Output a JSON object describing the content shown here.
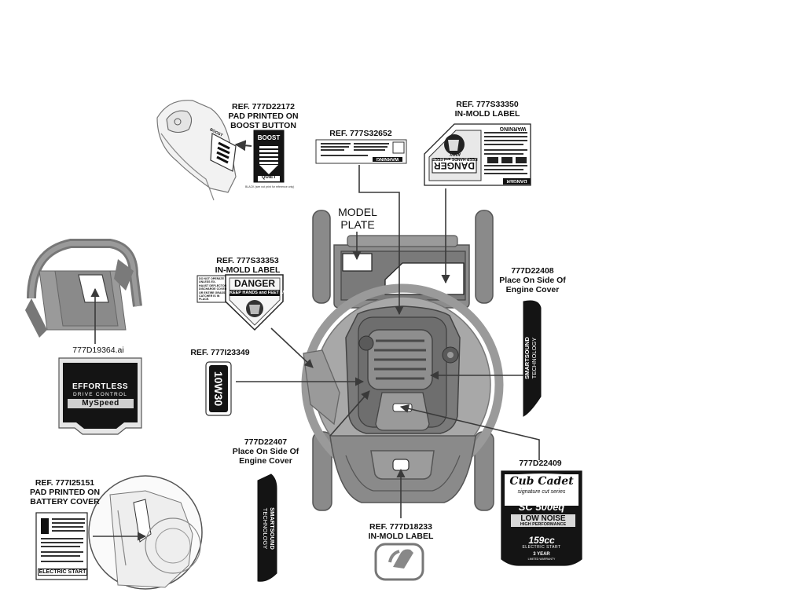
{
  "callouts": {
    "boost": [
      "REF. 777D22172",
      "PAD PRINTED ON",
      "BOOST BUTTON"
    ],
    "s32652": [
      "REF. 777S32652"
    ],
    "s33350": [
      "REF. 777S33350",
      "IN-MOLD LABEL"
    ],
    "model_plate": [
      "MODEL",
      "PLATE"
    ],
    "s33353": [
      "REF. 777S33353",
      "IN-MOLD LABEL"
    ],
    "d22408": [
      "777D22408",
      "Place On Side Of",
      "Engine Cover"
    ],
    "ai": [
      "777D19364.ai"
    ],
    "i23349": [
      "REF. 777I23349"
    ],
    "d22407": [
      "777D22407",
      "Place On Side Of",
      "Engine Cover"
    ],
    "d22409": [
      "777D22409"
    ],
    "i25151": [
      "REF. 777I25151",
      "PAD PRINTED ON",
      "BATTERY COVER"
    ],
    "d18233": [
      "REF. 777D18233",
      "IN-MOLD LABEL"
    ]
  },
  "decals": {
    "boost_top": "BOOST",
    "boost_bottom": "QUIET",
    "boost_small": "BOOST",
    "boost_footnote": "BLACK (see not print for reference only)",
    "warning": "WARNING",
    "danger": "DANGER",
    "keep_hands": "KEEP HANDS and FEET AWAY",
    "oil": "10W30",
    "myspeed": [
      "EFFORTLESS",
      "DRIVE CONTROL",
      "MySpeed"
    ],
    "smartsound": [
      "SMARTSOUND",
      "TECHNOLOGY"
    ],
    "cubcadet": {
      "brand": "Cub Cadet",
      "series": "signature cut series",
      "model": "SC 500eq",
      "noise": "LOW NOISE",
      "perf": "HIGH PERFORMANCE",
      "cc": "159cc",
      "start": "ELECTRIC START",
      "years": "3 YEAR",
      "warranty": "LIMITED WARRANTY"
    },
    "electric_start": "ELECTRIC START",
    "do_not_operate": [
      "DO NOT OPERATE",
      "UNLESS EX-",
      "HAUST DEFLECTOR",
      "DISCHARGE COVER",
      "OR ENTIRE GRASS",
      "CATCHER IS IN",
      "PLACE."
    ]
  },
  "colors": {
    "line": "#444444",
    "machine": "#8a8a8a",
    "machine_dark": "#5a5a5a",
    "decal_black": "#141414"
  }
}
